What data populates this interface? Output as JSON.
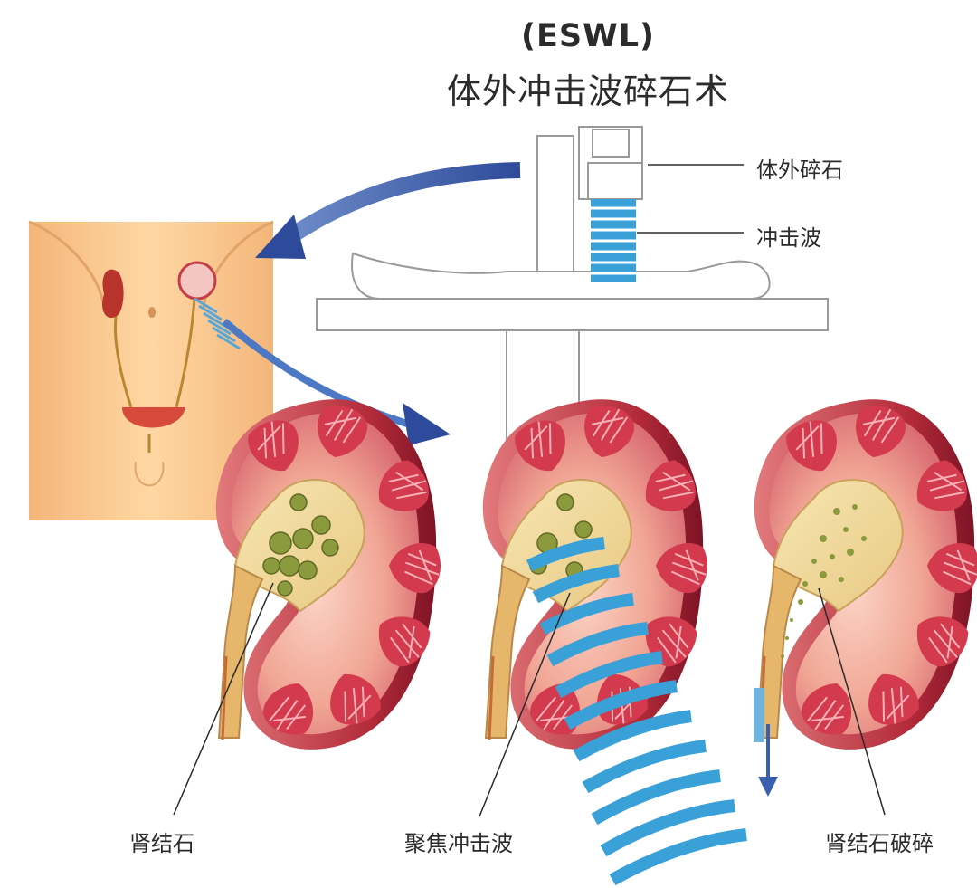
{
  "title": {
    "abbreviation": "(ESWL)",
    "main": "体外冲击波碎石术"
  },
  "machine_labels": {
    "lithotripter": "体外碎石",
    "shockwave": "冲击波"
  },
  "kidney_labels": {
    "stone": "肾结石",
    "focused_wave": "聚焦冲击波",
    "fragmented": "肾结石破碎"
  },
  "colors": {
    "arrow_blue": "#3a5fae",
    "wave_blue": "#3aa0d8",
    "skin": "#f7c98e",
    "kidney_outer": "#c0394a",
    "kidney_inner": "#f3b6a5",
    "stone_green": "#8c9a3e",
    "line_gray": "#9a9a9a"
  },
  "icons": {
    "arrow_down": "arrow-down-icon"
  }
}
